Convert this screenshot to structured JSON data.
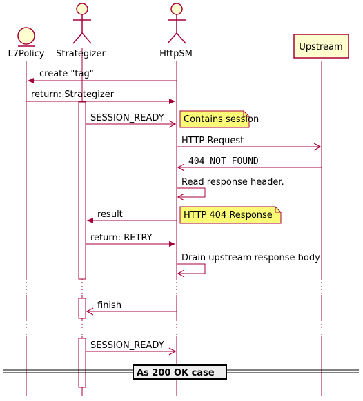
{
  "participants": {
    "l7policy": "L7Policy",
    "strategizer": "Strategizer",
    "httpsm": "HttpSM",
    "upstream": "Upstream"
  },
  "messages": {
    "m1": "create \"tag\"",
    "m2": "return: Strategizer",
    "m3": "SESSION_READY",
    "m4": "HTTP Request",
    "m5": "404 NOT FOUND",
    "m6": "Read response header.",
    "m7": "result",
    "m8": "return: RETRY",
    "m9": "Drain upstream response body",
    "m10": "finish",
    "m11": "SESSION_READY"
  },
  "notes": {
    "n1": "Contains session",
    "n2": "HTTP 404 Response"
  },
  "divider": "As 200 OK case",
  "colors": {
    "line": "#a80036",
    "participant_fill": "#fefece",
    "note_fill": "#fbfb77"
  }
}
